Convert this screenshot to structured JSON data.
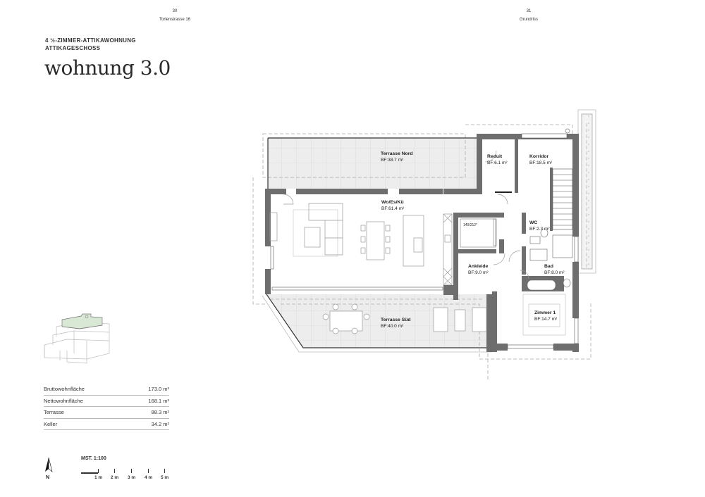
{
  "header": {
    "left_page": {
      "number": "30",
      "label": "Torlenstrasse 16"
    },
    "right_page": {
      "number": "31",
      "label": "Grundriss"
    }
  },
  "unit": {
    "type_line": "4 ½-ZIMMER-ATTIKAWOHNUNG",
    "floor_line": "ATTIKAGESCHOSS",
    "title": "wohnung 3.0"
  },
  "areas": [
    {
      "label": "Bruttowohnfläche",
      "value": "173.0 m²"
    },
    {
      "label": "Nettowohnfläche",
      "value": "168.1 m²"
    },
    {
      "label": "Terrasse",
      "value": "88.3 m²"
    },
    {
      "label": "Keller",
      "value": "34.2 m²"
    }
  ],
  "scale": {
    "label": "MST. 1:100",
    "ticks": [
      "1 m",
      "2 m",
      "3 m",
      "4 m",
      "5 m"
    ]
  },
  "north": {
    "label": "N"
  },
  "rooms": [
    {
      "name": "Terrasse Nord",
      "area": "BF:38.7 m²"
    },
    {
      "name": "Reduit",
      "area": "BF:6.1 m²"
    },
    {
      "name": "Korridor",
      "area": "BF:18.5 m²"
    },
    {
      "name": "Wo/Es/Kü",
      "area": "BF:61.4 m²"
    },
    {
      "name": "WC",
      "area": "BF:2.3 m²"
    },
    {
      "name": "Ankleide",
      "area": "BF:9.0 m²"
    },
    {
      "name": "Bad",
      "area": "BF:8.0 m²"
    },
    {
      "name": "Zimmer 1",
      "area": "BF:14.7 m²"
    },
    {
      "name": "Terrasse Süd",
      "area": "BF:40.0 m²"
    }
  ],
  "bed_label": "140/212*",
  "colors": {
    "wall": "#6e6e6e",
    "terrace_fill": "#ececec",
    "grid": "#cfcfcf",
    "highlight_green": "#d9e8d4",
    "dashed": "#aaaaaa"
  }
}
